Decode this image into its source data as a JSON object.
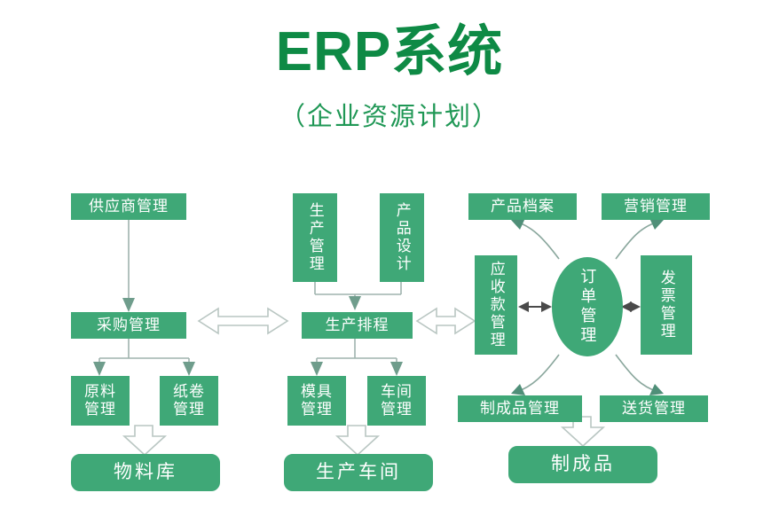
{
  "header": {
    "title": "ERP系统",
    "subtitle": "（企业资源计划）"
  },
  "colors": {
    "node_fill": "#3fa877",
    "title_green": "#0e8a45",
    "subtitle_green": "#1f9755",
    "connector_gray": "#9fb3ad",
    "hollow_arrow_stroke": "#b9c6c2",
    "background": "#ffffff"
  },
  "diagram": {
    "type": "flowchart",
    "columns": [
      {
        "name": "procurement-column",
        "nodes": [
          "supplier-management",
          "purchase-management",
          "raw-material-management",
          "paper-roll-management",
          "material-warehouse"
        ]
      },
      {
        "name": "production-column",
        "nodes": [
          "production-management",
          "product-design",
          "production-scheduling",
          "mold-management",
          "workshop-management",
          "production-workshop"
        ]
      },
      {
        "name": "order-column",
        "nodes": [
          "product-archive",
          "marketing-management",
          "receivables-management",
          "order-management",
          "invoice-management",
          "finished-goods-management",
          "delivery-management",
          "finished-goods"
        ]
      }
    ],
    "nodes": {
      "supplier_management": "供应商管理",
      "purchase_management": "采购管理",
      "raw_material_management": "原料\n管理",
      "raw_material_l1": "原料",
      "raw_material_l2": "管理",
      "paper_roll_l1": "纸卷",
      "paper_roll_l2": "管理",
      "material_warehouse": "物料库",
      "production_management": "生产管理",
      "product_design": "产品设计",
      "production_scheduling": "生产排程",
      "mold_l1": "模具",
      "mold_l2": "管理",
      "workshop_l1": "车间",
      "workshop_l2": "管理",
      "production_workshop": "生产车间",
      "product_archive": "产品档案",
      "marketing_management": "营销管理",
      "receivables_management": "应收款管理",
      "order_management": "订单管理",
      "invoice_management": "发票管理",
      "finished_goods_management": "制成品管理",
      "delivery_management": "送货管理",
      "finished_goods": "制成品"
    },
    "connectors": [
      {
        "from": "supplier-management",
        "to": "purchase-management",
        "style": "thin-arrow-down"
      },
      {
        "from": "purchase-management",
        "to": "raw-material-management",
        "style": "thin-arrow-down"
      },
      {
        "from": "purchase-management",
        "to": "paper-roll-management",
        "style": "thin-arrow-down"
      },
      {
        "from": "raw-material-and-paper-roll",
        "to": "material-warehouse",
        "style": "hollow-arrow-down"
      },
      {
        "from": "production-management",
        "to": "production-scheduling",
        "style": "thin-arrow-down"
      },
      {
        "from": "product-design",
        "to": "production-scheduling",
        "style": "thin-arrow-down"
      },
      {
        "from": "production-scheduling",
        "to": "mold-management",
        "style": "thin-arrow-down"
      },
      {
        "from": "production-scheduling",
        "to": "workshop-management",
        "style": "thin-arrow-down"
      },
      {
        "from": "mold-and-workshop",
        "to": "production-workshop",
        "style": "hollow-arrow-down"
      },
      {
        "from": "purchase-management",
        "to": "production-scheduling",
        "style": "hollow-double-arrow"
      },
      {
        "from": "production-scheduling",
        "to": "receivables-management",
        "style": "hollow-double-arrow"
      },
      {
        "from": "order-management",
        "to": "receivables-management",
        "style": "solid-double-arrow"
      },
      {
        "from": "order-management",
        "to": "invoice-management",
        "style": "solid-double-arrow"
      },
      {
        "from": "order-management",
        "to": "product-archive",
        "style": "curved-arrow"
      },
      {
        "from": "order-management",
        "to": "marketing-management",
        "style": "curved-arrow"
      },
      {
        "from": "order-management",
        "to": "finished-goods-management",
        "style": "curved-arrow"
      },
      {
        "from": "order-management",
        "to": "delivery-management",
        "style": "curved-arrow"
      },
      {
        "from": "finished-goods-and-delivery",
        "to": "finished-goods",
        "style": "hollow-arrow-down"
      }
    ]
  }
}
